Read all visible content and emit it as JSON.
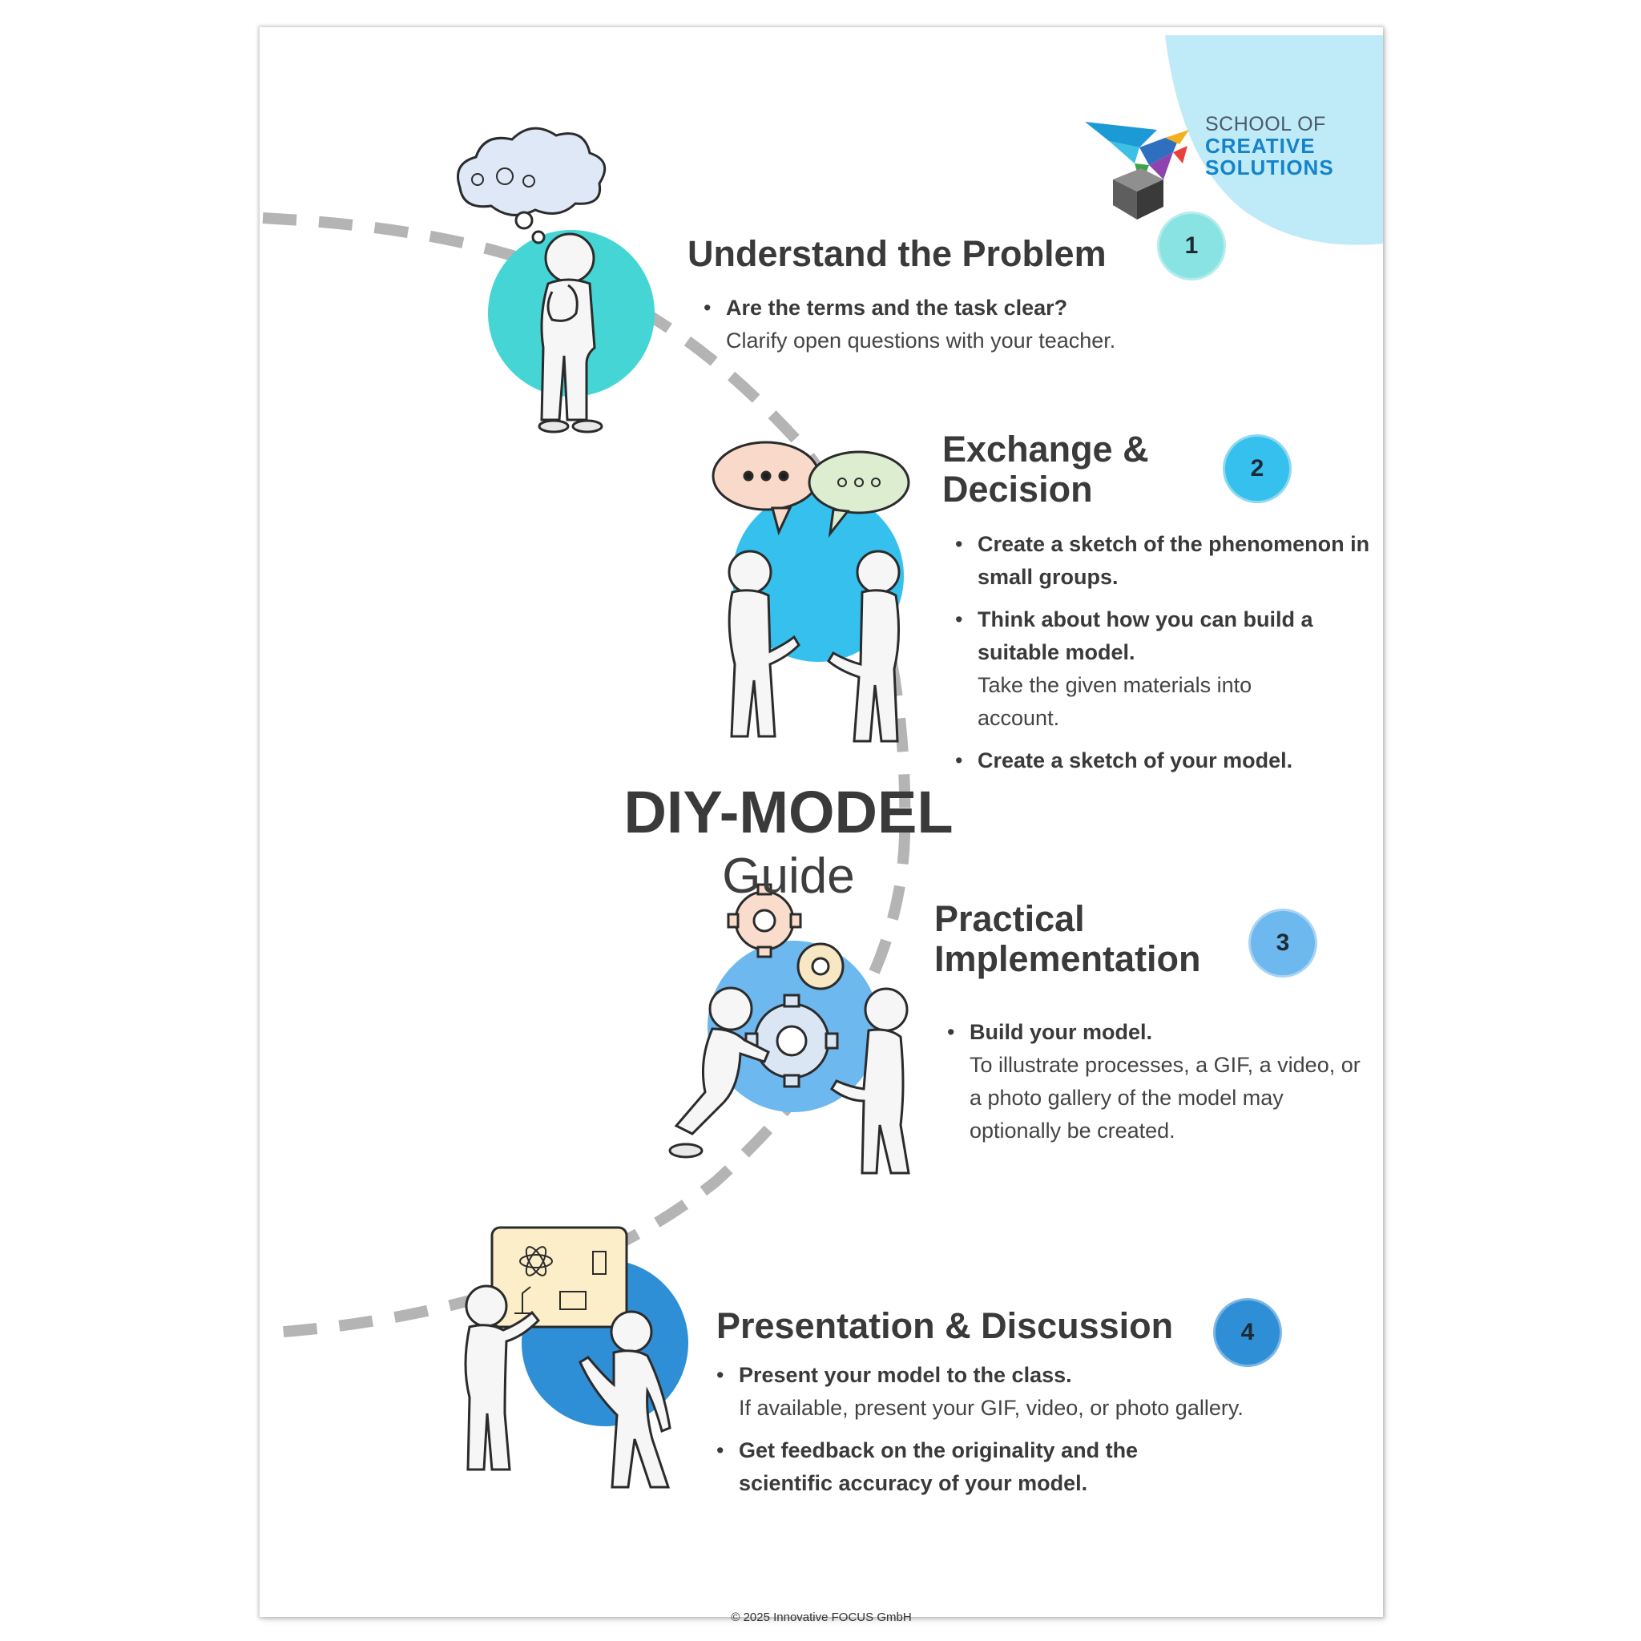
{
  "logo": {
    "line1": "SCHOOL OF",
    "line2": "CREATIVE",
    "line3": "SOLUTIONS"
  },
  "title": {
    "main": "DIY-MODEL",
    "sub": "Guide"
  },
  "steps": [
    {
      "number": "1",
      "title": "Understand the Problem",
      "color": "#45d5d5",
      "bullets": [
        {
          "strong": "Are the terms and the task clear?",
          "note": "Clarify open questions with your teacher."
        }
      ]
    },
    {
      "number": "2",
      "title_line1": "Exchange &",
      "title_line2": "Decision",
      "color": "#36c0ee",
      "bullets": [
        {
          "strong": "Create a sketch of the phenomenon in small groups.",
          "note": ""
        },
        {
          "strong": "Think about how you can build a suitable model.",
          "note": "Take the given materials into account."
        },
        {
          "strong": "Create a sketch of your model.",
          "note": ""
        }
      ]
    },
    {
      "number": "3",
      "title_line1": "Practical",
      "title_line2": "Implementation",
      "color": "#6cb8ef",
      "bullets": [
        {
          "strong": "Build your model.",
          "note": "To illustrate processes, a GIF, a video, or a photo gallery of the model may optionally be created."
        }
      ]
    },
    {
      "number": "4",
      "title": "Presentation & Discussion",
      "color": "#2e8fd7",
      "bullets": [
        {
          "strong": "Present your model to the class.",
          "note": "If available, present your GIF, video, or photo gallery."
        },
        {
          "strong": "Get feedback on the originality and the scientific accuracy of your model.",
          "note": ""
        }
      ]
    }
  ],
  "footer": {
    "copyright": "© 2025 Innovative FOCUS GmbH"
  }
}
